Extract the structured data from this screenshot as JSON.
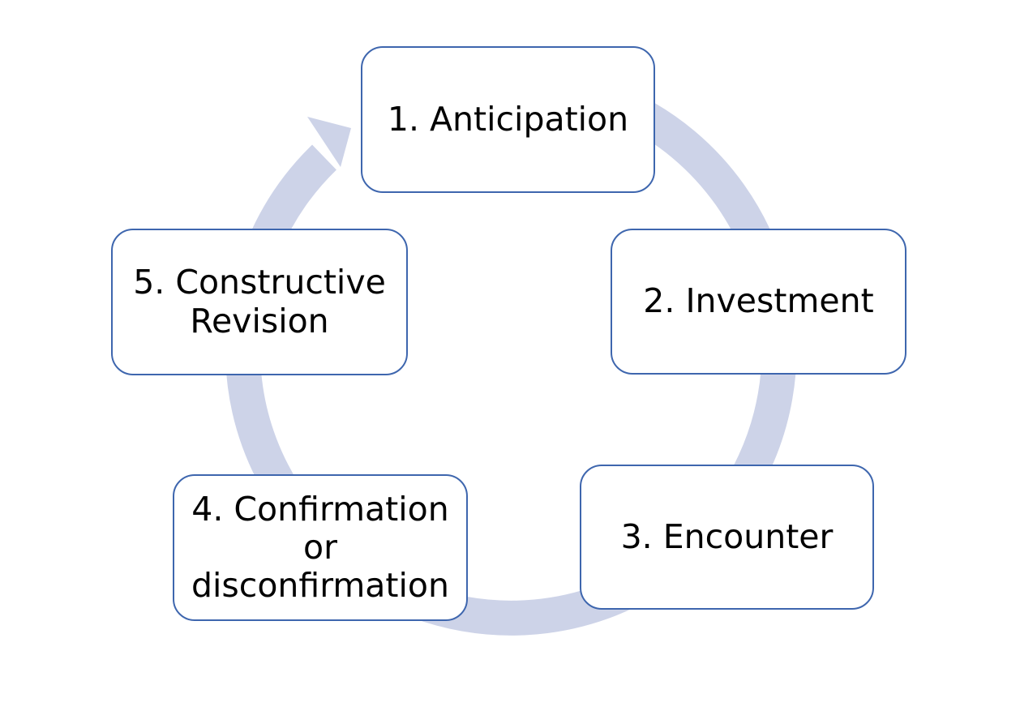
{
  "diagram": {
    "type": "cycle-process",
    "direction": "clockwise",
    "steps": [
      {
        "id": "1",
        "label": "1. Anticipation",
        "lines": [
          "1. Anticipation"
        ]
      },
      {
        "id": "2",
        "label": "2. Investment",
        "lines": [
          "2. Investment"
        ]
      },
      {
        "id": "3",
        "label": "3. Encounter",
        "lines": [
          "3. Encounter"
        ]
      },
      {
        "id": "4",
        "label": "4. Confirmation or disconfirmation",
        "lines": [
          "4. Confirmation",
          "or",
          "disconfirmation"
        ]
      },
      {
        "id": "5",
        "label": "5. Constructive Revision",
        "lines": [
          "5. Constructive",
          "Revision"
        ]
      }
    ],
    "colors": {
      "arrow_band": "#CDD3E8",
      "box_border": "#3E66AE",
      "box_fill": "#FFFFFF",
      "text": "#000000",
      "background": "#FFFFFF"
    }
  }
}
